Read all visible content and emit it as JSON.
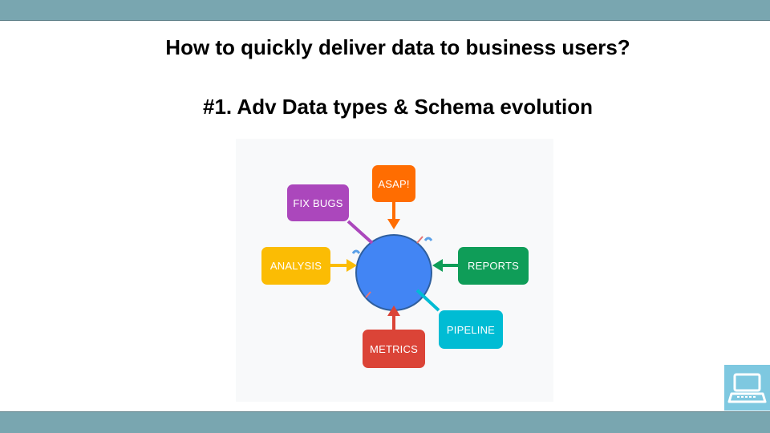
{
  "slide": {
    "title": "How to quickly deliver data to business users?",
    "subtitle": "#1. Adv Data types & Schema evolution"
  },
  "diagram": {
    "center_color": "#4285f4",
    "nodes": [
      {
        "id": "asap",
        "label": "ASAP!",
        "color": "#ff6d01"
      },
      {
        "id": "fix-bugs",
        "label": "FIX BUGS",
        "color": "#ab47bc"
      },
      {
        "id": "analysis",
        "label": "ANALYSIS",
        "color": "#fbbc04"
      },
      {
        "id": "reports",
        "label": "REPORTS",
        "color": "#0f9d58"
      },
      {
        "id": "pipeline",
        "label": "PIPELINE",
        "color": "#00bcd4"
      },
      {
        "id": "metrics",
        "label": "METRICS",
        "color": "#db4437"
      }
    ]
  },
  "icons": {
    "logo": "laptop-icon"
  }
}
